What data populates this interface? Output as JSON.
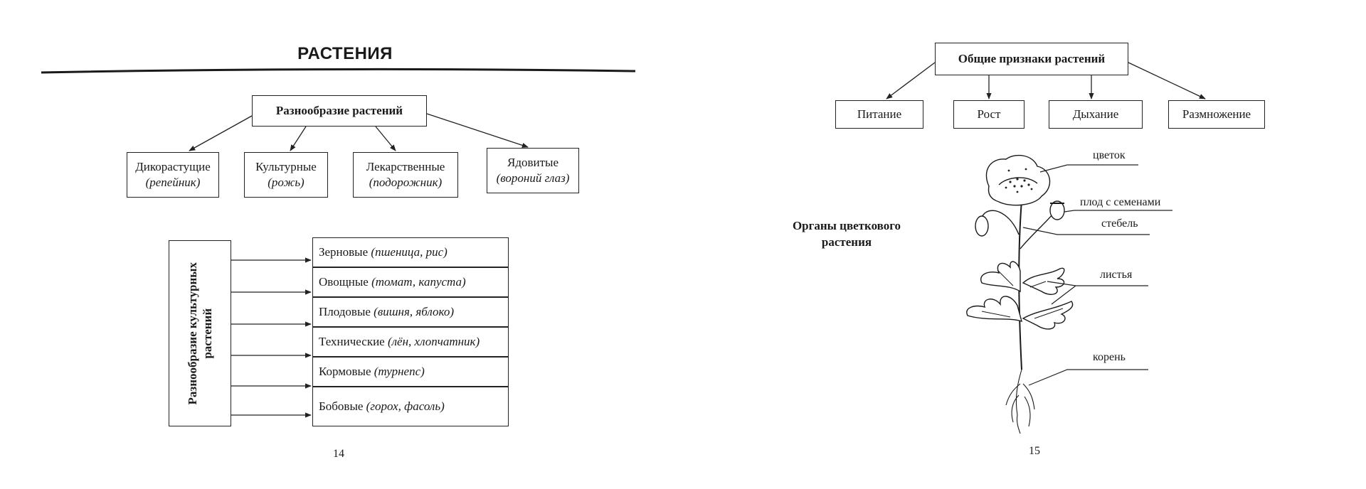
{
  "left_page": {
    "title": "РАСТЕНИЯ",
    "diversity": {
      "root": "Разнообразие растений",
      "categories": [
        {
          "name": "Дикорастущие",
          "example": "(репейник)"
        },
        {
          "name": "Культурные",
          "example": "(рожь)"
        },
        {
          "name": "Лекарственные",
          "example": "(подорожник)"
        },
        {
          "name": "Ядовитые",
          "example": "(вороний глаз)"
        }
      ]
    },
    "cultivated": {
      "label_line1": "Разнообразие культурных",
      "label_line2": "растений",
      "items": [
        {
          "name": "Зерновые",
          "example": "(пшеница, рис)"
        },
        {
          "name": "Овощные",
          "example": "(томат, капуста)"
        },
        {
          "name": "Плодовые",
          "example": "(вишня, яблоко)"
        },
        {
          "name": "Технические",
          "example": "(лён, хлопчатник)"
        },
        {
          "name": "Кормовые",
          "example": "(турнепс)"
        },
        {
          "name": "Бобовые",
          "example": "(горох, фасоль)"
        }
      ]
    },
    "page_number": "14"
  },
  "right_page": {
    "features": {
      "root": "Общие признаки растений",
      "items": [
        "Питание",
        "Рост",
        "Дыхание",
        "Размножение"
      ]
    },
    "organs_title_line1": "Органы цветкового",
    "organs_title_line2": "растения",
    "plant_labels": {
      "flower": "цветок",
      "fruit": "плод с семенами",
      "stem": "стебель",
      "leaves": "листья",
      "root": "корень"
    },
    "page_number": "15"
  }
}
